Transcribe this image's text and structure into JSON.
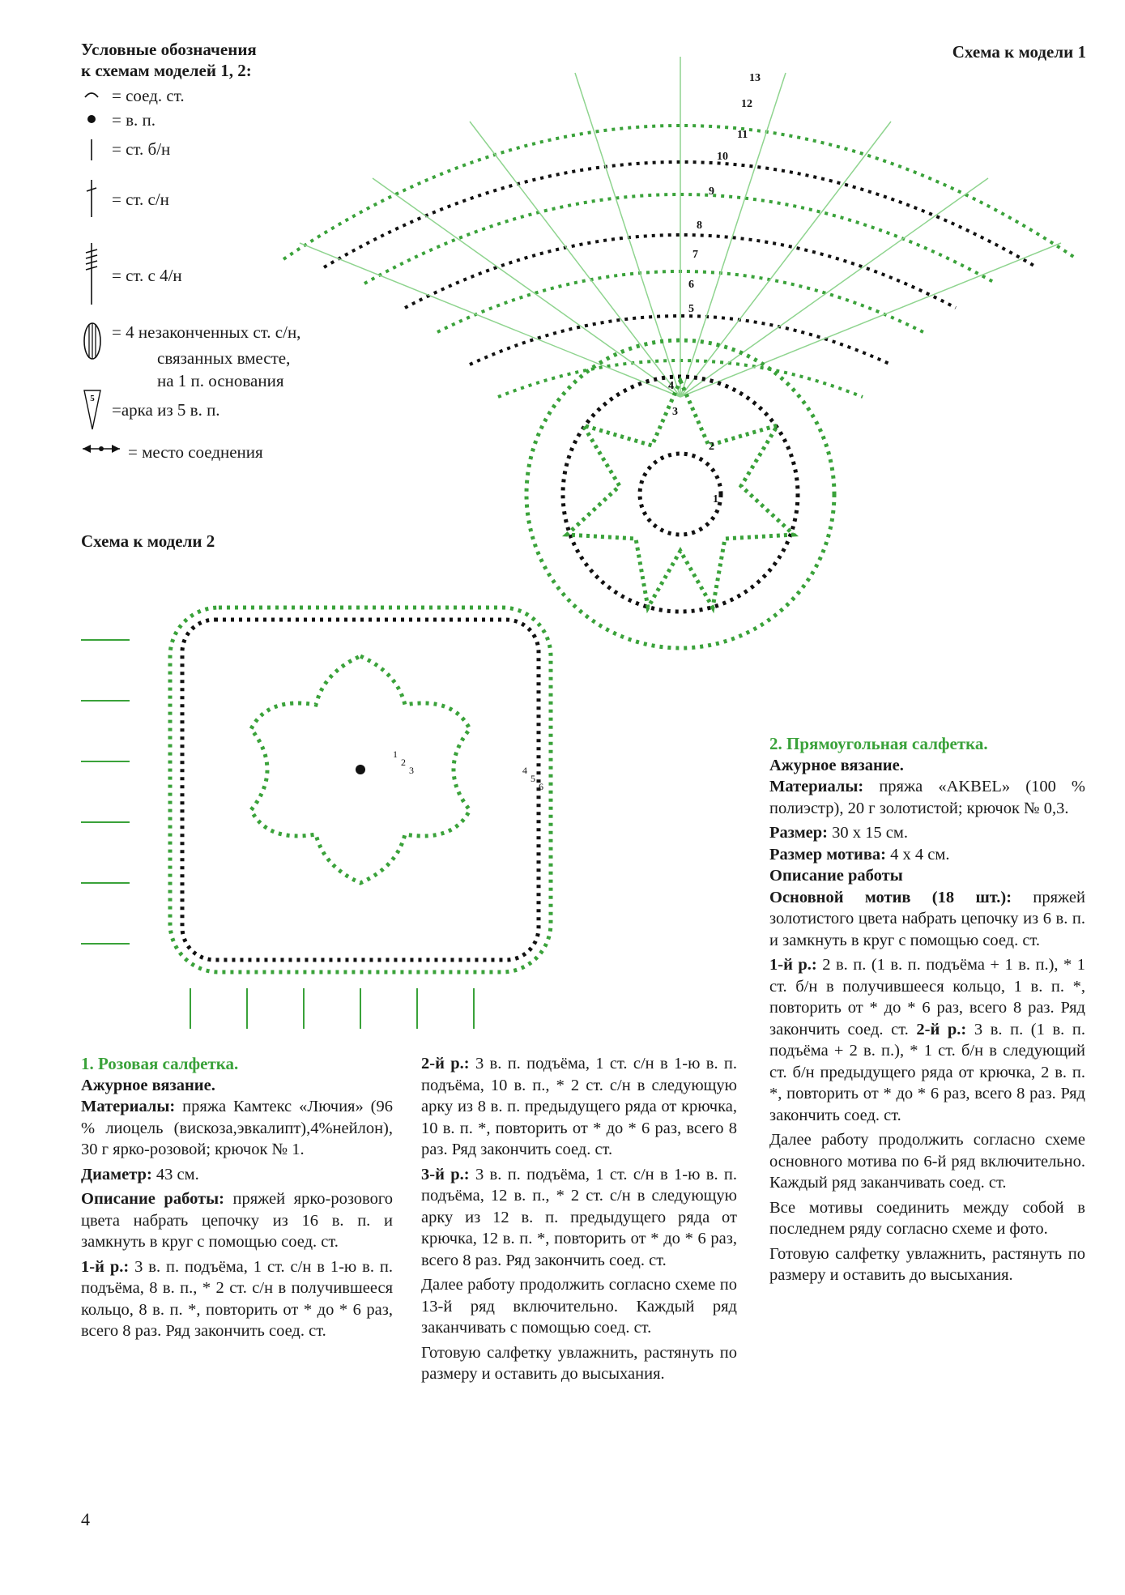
{
  "legend": {
    "title_line1": "Условные обозначения",
    "title_line2": "к схемам моделей 1, 2:",
    "items": [
      {
        "icon": "slip-stitch-icon",
        "text": "= соед. ст."
      },
      {
        "icon": "chain-stitch-icon",
        "text": "= в. п."
      },
      {
        "icon": "single-crochet-icon",
        "text": "= ст. б/н"
      },
      {
        "icon": "double-crochet-icon",
        "text": "= ст. с/н"
      },
      {
        "icon": "quadruple-treble-icon",
        "text": "= ст. с 4/н"
      },
      {
        "icon": "cluster-icon",
        "text": "=  4 незаконченных ст. с/н,"
      },
      {
        "icon": "",
        "text": "связанных вместе,"
      },
      {
        "icon": "",
        "text": "на 1 п. основания"
      },
      {
        "icon": "arch-5-icon",
        "text": "=арка из 5 в. п."
      },
      {
        "icon": "join-point-icon",
        "text": "= место соеднения"
      }
    ]
  },
  "diagram1": {
    "title": "Схема к модели 1",
    "row_numbers": [
      "1",
      "2",
      "3",
      "4",
      "5",
      "6",
      "7",
      "8",
      "9",
      "10",
      "11",
      "12",
      "13"
    ]
  },
  "diagram2": {
    "title": "Схема к модели 2",
    "row_labels": [
      "1",
      "2",
      "3",
      "4",
      "5",
      "6"
    ]
  },
  "colors": {
    "green": "#3aa23a",
    "light_green": "#8fd48f",
    "black": "#111111"
  },
  "article1": {
    "heading": "1. Розовая салфетка.",
    "technique": "Ажурное вязание.",
    "materials_label": "Материалы:",
    "materials_text": "пряжа Камтекс «Лючия» (96 % лиоцель (вискоза,эвкалипт),4%нейлон), 30 г ярко-розовой; крючок № 1.",
    "diameter_label": "Диаметр:",
    "diameter_text": "43 см.",
    "desc_label": "Описание работы:",
    "desc_text": "пряжей ярко-розового цвета набрать цепочку из 16 в. п. и замкнуть в круг с помощью соед. ст.",
    "row1_label": "1-й р.:",
    "row1_text": "3 в. п. подъёма, 1 ст. с/н в 1-ю в. п. подъёма, 8 в. п., * 2 ст. с/н в получившееся кольцо, 8 в. п. *, повторить от * до * 6 раз, всего 8 раз. Ряд закончить соед. ст.",
    "row2_label": "2-й р.:",
    "row2_text": "3 в. п. подъёма, 1 ст. с/н в 1-ю в. п. подъёма, 10 в. п., * 2 ст. с/н в следующую арку из 8 в. п. предыдущего ряда от крючка, 10 в. п. *, повторить от * до * 6 раз, всего 8 раз. Ряд закончить соед. ст.",
    "row3_label": "3-й р.:",
    "row3_text": "3 в. п. подъёма, 1 ст. с/н в 1-ю в. п. подъёма, 12 в. п., * 2 ст. с/н в следующую арку из 12 в. п. предыдущего ряда от крючка, 12 в. п. *, повторить от * до * 6 раз, всего 8 раз. Ряд закончить соед. ст.",
    "continue": "Далее работу продолжить согласно схеме по 13-й ряд включительно. Каждый ряд заканчивать с помощью соед. ст.",
    "finish": "Готовую салфетку увлажнить, растянуть по размеру и оставить до высыхания."
  },
  "article2": {
    "heading": "2. Прямоугольная салфетка.",
    "technique": "Ажурное вязание.",
    "materials_label": "Материалы:",
    "materials_text": "пряжа «AKBEL» (100 % полиэстр), 20 г золотистой; крючок № 0,3.",
    "size_label": "Размер:",
    "size_text": "30 х 15 см.",
    "motif_size_label": "Размер мотива:",
    "motif_size_text": "4 х 4 см.",
    "desc_label": "Описание работы",
    "motif_label": "Основной мотив (18 шт.):",
    "motif_text": "пряжей золотистого цвета набрать цепочку из 6 в. п. и замкнуть в круг с помощью соед. ст.",
    "row1_label": "1-й р.:",
    "row1_text": "2 в. п. (1 в. п. подъёма + 1 в. п.), * 1 ст. б/н в получившееся кольцо, 1 в. п. *, повторить от * до * 6 раз, всего 8 раз. Ряд закончить соед. ст.",
    "row2_label": "2-й р.:",
    "row2_text": "3 в. п. (1 в. п. подъёма + 2 в. п.), * 1 ст. б/н в следующий ст. б/н предыдущего ряда от крючка, 2 в. п. *, повторить от * до * 6 раз, всего 8 раз. Ряд закончить соед. ст.",
    "continue": "Далее работу продолжить согласно схеме основного мотива по 6-й ряд включительно. Каждый ряд заканчивать соед. ст.",
    "join": "Все мотивы соединить между собой в последнем ряду согласно схеме и фото.",
    "finish": "Готовую салфетку увлажнить, растянуть по размеру и оставить до высыхания."
  },
  "page_number": "4"
}
